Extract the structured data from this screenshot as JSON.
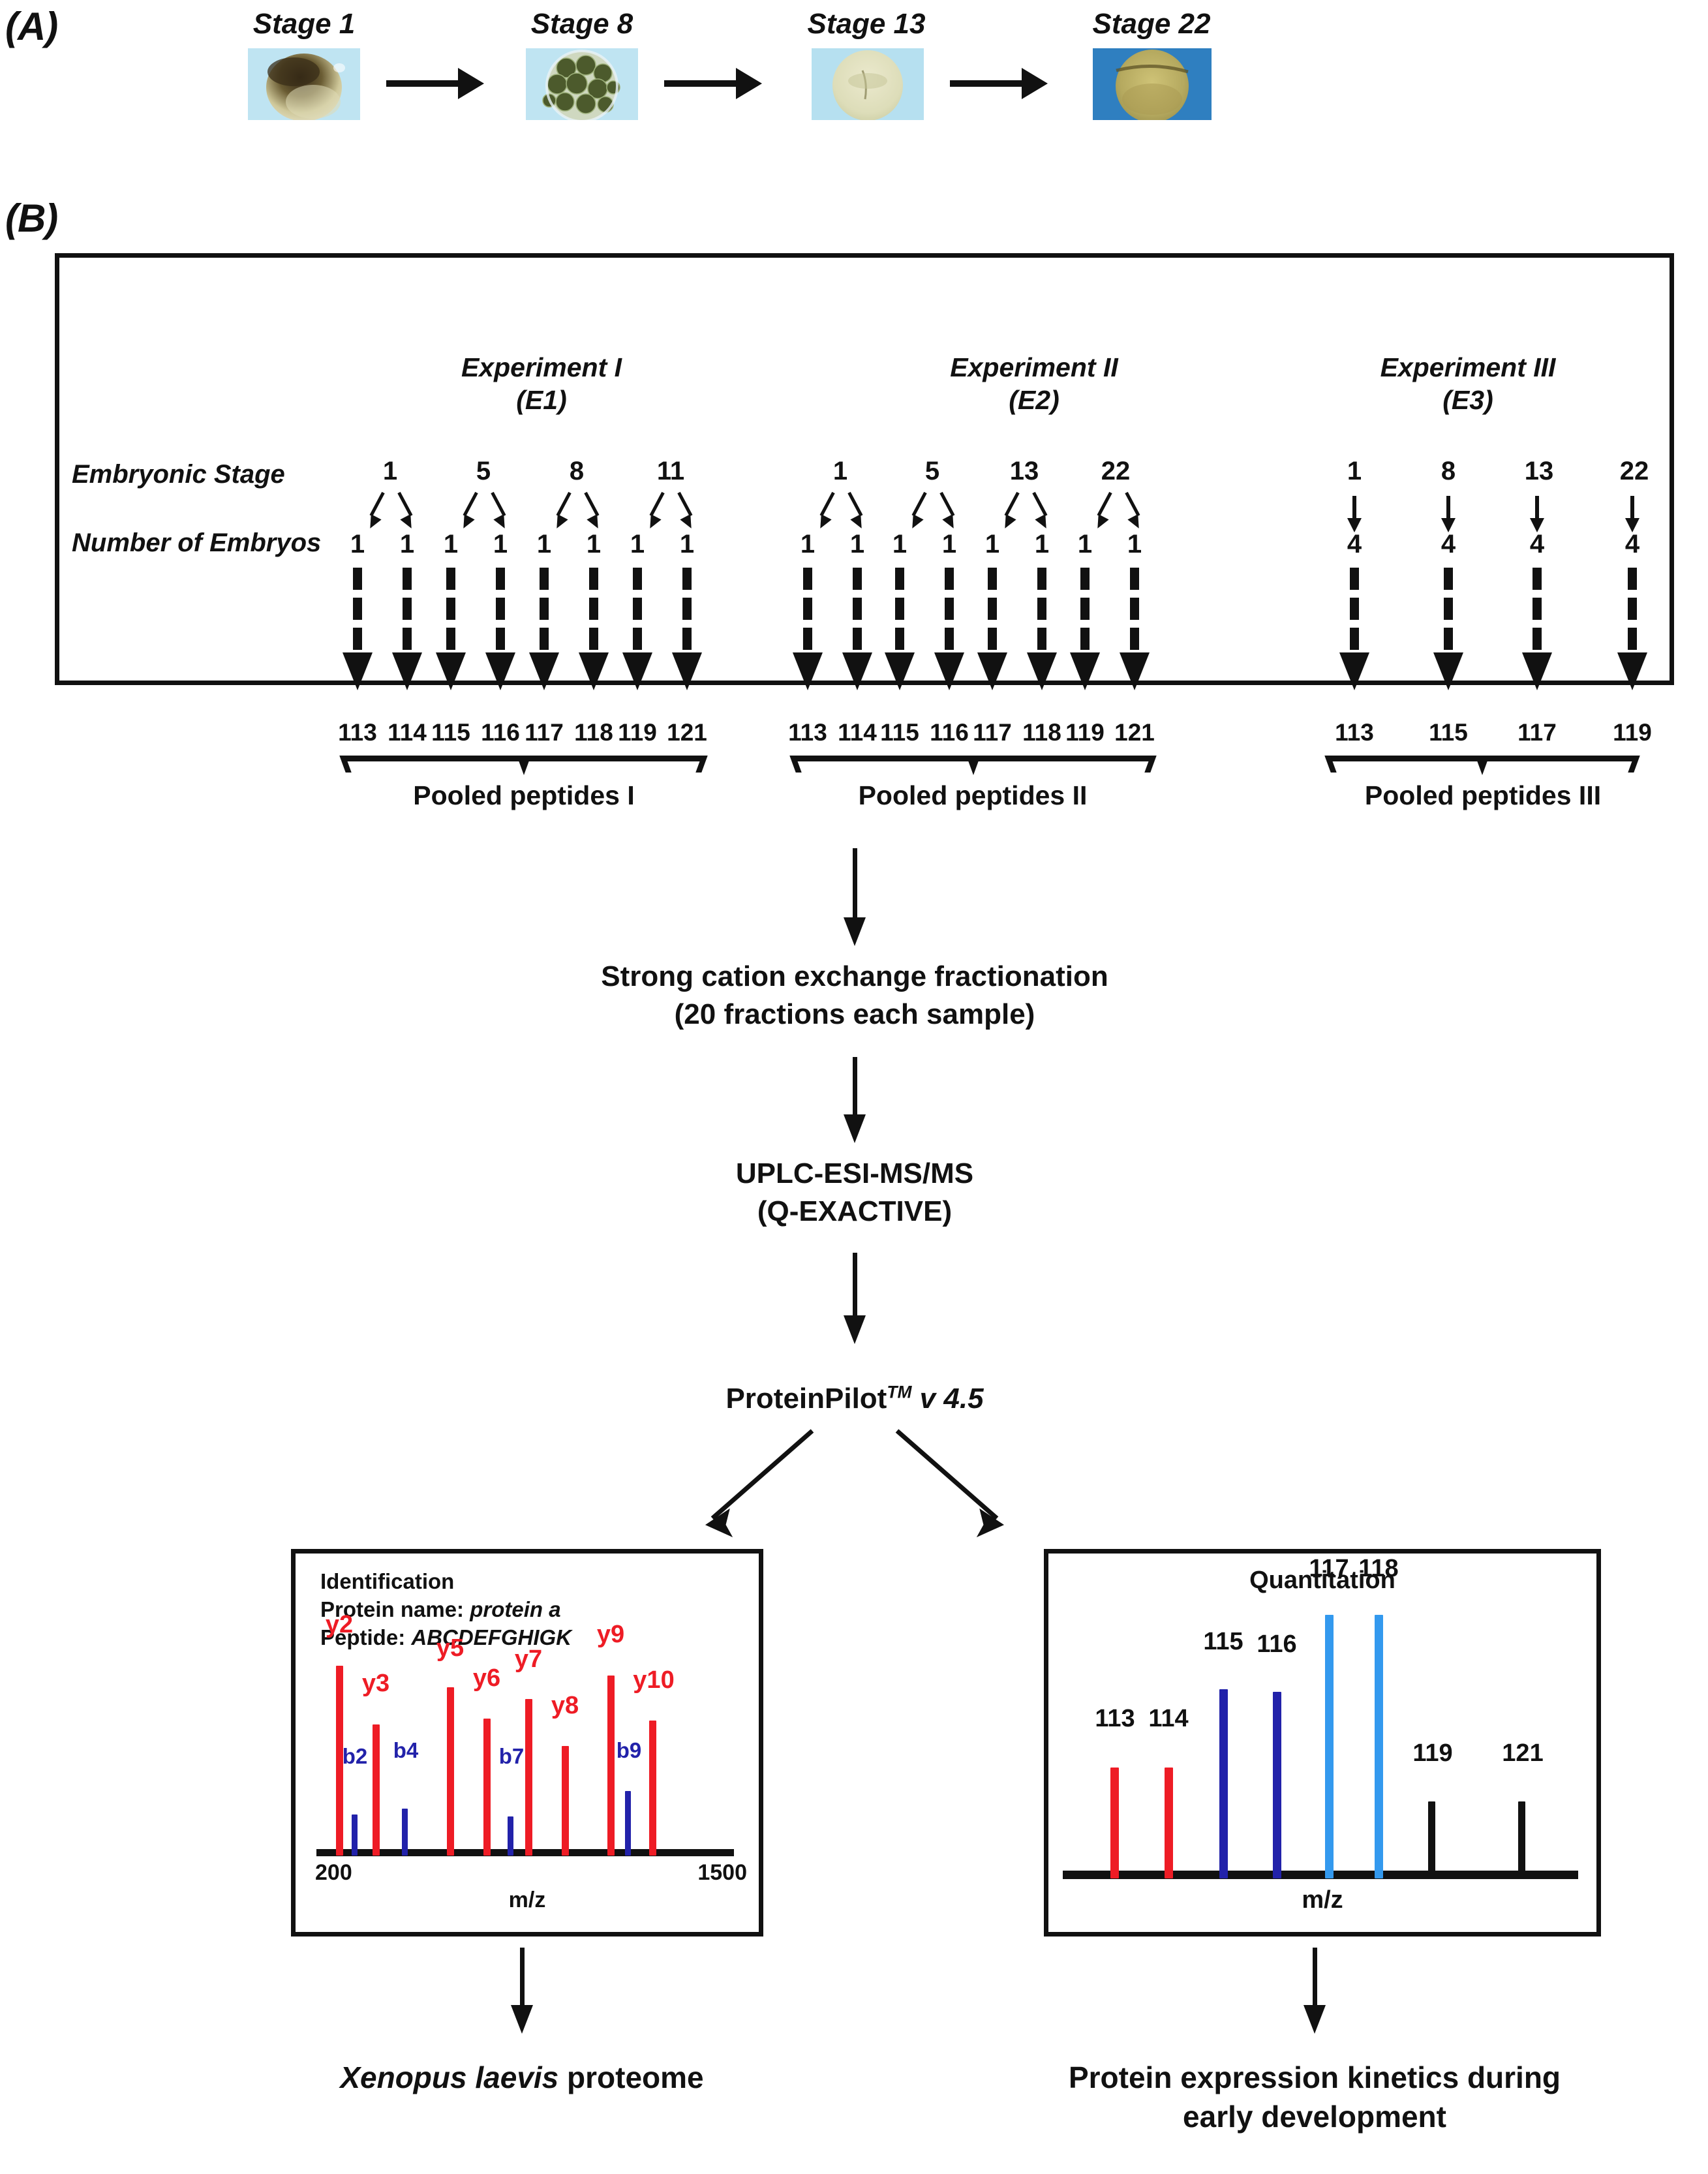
{
  "panels": {
    "a_letter": "(A)",
    "b_letter": "(B)"
  },
  "panel_a": {
    "stages": [
      {
        "title": "Stage 1"
      },
      {
        "title": "Stage 8"
      },
      {
        "title": "Stage 13"
      },
      {
        "title": "Stage 22"
      }
    ]
  },
  "panel_b": {
    "row_labels": {
      "embryonic_stage": "Embryonic Stage",
      "number_of_embryos": "Number of Embryos"
    },
    "experiments": [
      {
        "title_line1": "Experiment I",
        "title_line2": "(E1)",
        "stages": [
          "1",
          "5",
          "8",
          "11"
        ],
        "embryos_per_stage": [
          [
            "1",
            "1"
          ],
          [
            "1",
            "1"
          ],
          [
            "1",
            "1"
          ],
          [
            "1",
            "1"
          ]
        ],
        "itraq_labels": [
          "113",
          "114",
          "115",
          "116",
          "117",
          "118",
          "119",
          "121"
        ],
        "pooled_label": "Pooled peptides I"
      },
      {
        "title_line1": "Experiment II",
        "title_line2": "(E2)",
        "stages": [
          "1",
          "5",
          "13",
          "22"
        ],
        "embryos_per_stage": [
          [
            "1",
            "1"
          ],
          [
            "1",
            "1"
          ],
          [
            "1",
            "1"
          ],
          [
            "1",
            "1"
          ]
        ],
        "itraq_labels": [
          "113",
          "114",
          "115",
          "116",
          "117",
          "118",
          "119",
          "121"
        ],
        "pooled_label": "Pooled peptides II"
      },
      {
        "title_line1": "Experiment III",
        "title_line2": "(E3)",
        "stages": [
          "1",
          "8",
          "13",
          "22"
        ],
        "embryos_per_stage": [
          [
            "4"
          ],
          [
            "4"
          ],
          [
            "4"
          ],
          [
            "4"
          ]
        ],
        "itraq_labels": [
          "113",
          "115",
          "117",
          "119"
        ],
        "pooled_label": "Pooled peptides III"
      }
    ]
  },
  "workflow": {
    "step1_line1": "Strong cation exchange fractionation",
    "step1_line2": "(20 fractions each sample)",
    "step2_line1": "UPLC-ESI-MS/MS",
    "step2_line2": "(Q-EXACTIVE)",
    "step3_prefix": "ProteinPilot",
    "step3_sup": "TM",
    "step3_suffix": " v 4.5"
  },
  "identification_panel": {
    "title": "Identification",
    "protein_label": "Protein name: ",
    "protein_value": "protein a",
    "peptide_label": "Peptide: ",
    "peptide_value": "ABCDEFGHIGK",
    "axis_min": "200",
    "axis_max": "1500",
    "axis_label": "m/z",
    "colors": {
      "y_ion": "#ee1c25",
      "b_ion": "#2222aa"
    }
  },
  "quantitation_panel": {
    "title": "Quantitation",
    "axis_label": "m/z",
    "colors": {
      "e1": "#ee1c25",
      "e2": "#2222aa",
      "e3": "#3399ee",
      "e4": "#111111"
    }
  },
  "outcomes": {
    "left_species": "Xenopus laevis",
    "left_rest": " proteome",
    "right_line1": "Protein expression kinetics during",
    "right_line2": "early development"
  },
  "chart_data": [
    {
      "type": "bar",
      "title": "Identification",
      "xlabel": "m/z",
      "ylabel": "",
      "xlim": [
        200,
        1500
      ],
      "grid": false,
      "legend": "none",
      "annotations": [
        "Protein name: protein a",
        "Peptide: ABCDEFGHIGK"
      ],
      "series": [
        {
          "name": "y ions",
          "color": "#ee1c25",
          "points": [
            {
              "label": "y2",
              "x": 275,
              "height": 0.97
            },
            {
              "label": "y3",
              "x": 370,
              "height": 0.67
            },
            {
              "label": "y5",
              "x": 600,
              "height": 0.86
            },
            {
              "label": "y6",
              "x": 700,
              "height": 0.7
            },
            {
              "label": "y7",
              "x": 825,
              "height": 0.8
            },
            {
              "label": "y8",
              "x": 930,
              "height": 0.56
            },
            {
              "label": "y9",
              "x": 1065,
              "height": 0.92
            },
            {
              "label": "y10",
              "x": 1190,
              "height": 0.69
            }
          ]
        },
        {
          "name": "b ions",
          "color": "#2222aa",
          "points": [
            {
              "label": "b2",
              "x": 320,
              "height": 0.21
            },
            {
              "label": "b4",
              "x": 455,
              "height": 0.24
            },
            {
              "label": "b7",
              "x": 765,
              "height": 0.2
            },
            {
              "label": "b9",
              "x": 1125,
              "height": 0.33
            }
          ]
        }
      ]
    },
    {
      "type": "bar",
      "title": "Quantitation",
      "xlabel": "m/z",
      "ylabel": "",
      "grid": false,
      "legend": "none",
      "categories": [
        "113",
        "114",
        "115",
        "116",
        "117",
        "118",
        "119",
        "121"
      ],
      "values": [
        0.42,
        0.42,
        0.72,
        0.71,
        0.95,
        0.94,
        0.3,
        0.3
      ],
      "bar_colors": [
        "#ee1c25",
        "#ee1c25",
        "#2222aa",
        "#2222aa",
        "#3399ee",
        "#3399ee",
        "#111111",
        "#111111"
      ]
    }
  ]
}
